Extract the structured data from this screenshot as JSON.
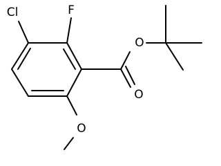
{
  "molecule": {
    "atoms": {
      "chlorine": "Cl",
      "fluorine": "F",
      "ester_oxygen": "O",
      "carbonyl_oxygen": "O",
      "methoxy_oxygen": "O"
    },
    "colors": {
      "bond": "#000000",
      "label": "#000000",
      "background": "#ffffff"
    }
  }
}
